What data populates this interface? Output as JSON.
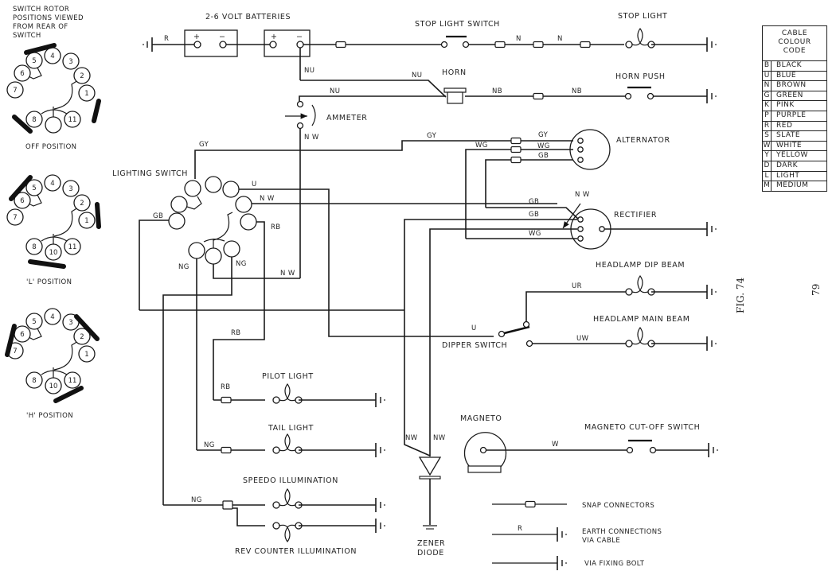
{
  "page": {
    "figure_label": "FIG. 74",
    "page_number": "79"
  },
  "rotor_panel": {
    "title_lines": [
      "SWITCH ROTOR",
      "POSITIONS VIEWED",
      "FROM REAR OF",
      "SWITCH"
    ],
    "terminal_numbers": [
      "1",
      "2",
      "3",
      "4",
      "5",
      "6",
      "7",
      "8",
      "10",
      "11"
    ],
    "positions": [
      {
        "label": "OFF POSITION",
        "bridged": [
          "4-5",
          "1",
          "8"
        ]
      },
      {
        "label": "'L' POSITION",
        "bridged": [
          "5-6",
          "1-2",
          "8-10"
        ]
      },
      {
        "label": "'H' POSITION",
        "bridged": [
          "6-7",
          "2-3",
          "10-11"
        ]
      }
    ]
  },
  "components": {
    "batteries": "2-6 VOLT BATTERIES",
    "stop_light_switch": "STOP LIGHT SWITCH",
    "stop_light": "STOP LIGHT",
    "horn": "HORN",
    "horn_push": "HORN PUSH",
    "ammeter": "AMMETER",
    "alternator": "ALTERNATOR",
    "lighting_switch": "LIGHTING SWITCH",
    "rectifier": "RECTIFIER",
    "headlamp_dip": "HEADLAMP DIP BEAM",
    "headlamp_main": "HEADLAMP MAIN BEAM",
    "dipper_switch": "DIPPER SWITCH",
    "pilot_light": "PILOT LIGHT",
    "tail_light": "TAIL LIGHT",
    "speedo": "SPEEDO ILLUMINATION",
    "rev_counter": "REV COUNTER ILLUMINATION",
    "magneto": "MAGNETO",
    "magneto_cutoff": "MAGNETO CUT-OFF SWITCH",
    "zener_line1": "ZENER",
    "zener_line2": "DIODE"
  },
  "wire_labels": {
    "r": "R",
    "nu": "NU",
    "n": "N",
    "nb": "NB",
    "nw": "N W",
    "nw2": "NW",
    "gy": "GY",
    "wg": "WG",
    "gb": "GB",
    "u": "U",
    "rb": "RB",
    "ng": "NG",
    "ur": "UR",
    "uw": "UW",
    "w": "W",
    "plus": "+",
    "minus": "−"
  },
  "key": {
    "snap": "SNAP CONNECTORS",
    "earth_cable_1": "EARTH CONNECTIONS",
    "earth_cable_2": "VIA CABLE",
    "earth_bolt": "VIA FIXING BOLT",
    "r": "R"
  },
  "colour_code": {
    "title_lines": [
      "CABLE",
      "COLOUR",
      "CODE"
    ],
    "rows": [
      {
        "code": "B",
        "name": "BLACK"
      },
      {
        "code": "U",
        "name": "BLUE"
      },
      {
        "code": "N",
        "name": "BROWN"
      },
      {
        "code": "G",
        "name": "GREEN"
      },
      {
        "code": "K",
        "name": "PINK"
      },
      {
        "code": "P",
        "name": "PURPLE"
      },
      {
        "code": "R",
        "name": "RED"
      },
      {
        "code": "S",
        "name": "SLATE"
      },
      {
        "code": "W",
        "name": "WHITE"
      },
      {
        "code": "Y",
        "name": "YELLOW"
      },
      {
        "code": "D",
        "name": "DARK"
      },
      {
        "code": "L",
        "name": "LIGHT"
      },
      {
        "code": "M",
        "name": "MEDIUM"
      }
    ]
  }
}
